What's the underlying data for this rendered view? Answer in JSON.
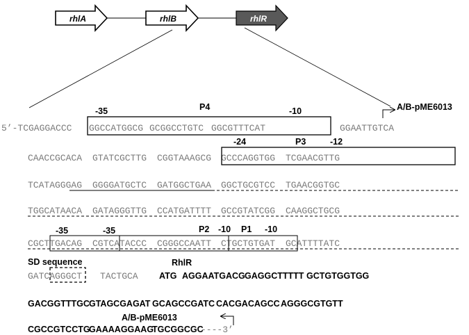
{
  "genes": [
    {
      "label": "rhlA",
      "fill": "#ffffff",
      "text_color": "#000000"
    },
    {
      "label": "rhlB",
      "fill": "#ffffff",
      "text_color": "#000000"
    },
    {
      "label": "rhlR",
      "fill": "#595959",
      "text_color": "#ffffff"
    }
  ],
  "sequence_lines": [
    {
      "plain_prefix": "5’-TCGAGGACCC",
      "groups": [
        "GGCCATGGCG",
        "GCGGCCTGTC",
        "GGCGTTTCAT",
        "GGAATTGTCA"
      ]
    },
    {
      "groups": [
        "CAACCGCACA",
        "GTATCGCTTG",
        "CGGTAAAGCG",
        "GCCCAGGTGG",
        "TCGAACGTTG"
      ]
    },
    {
      "groups": [
        "TCATAGGGAG",
        "GGGGATGCTC",
        "GATGGCTGAA",
        "GGCTGCGTCC",
        "TGAACGGTGC"
      ]
    },
    {
      "groups": [
        "TGGCATAACA",
        "GATAGGGTTG",
        "CCATGATTTT",
        "GCCGTATCGG",
        "CAAGGCTGCG"
      ]
    },
    {
      "groups": [
        "CGCTTGACAG",
        "CGTCATACCC",
        "CGGGCCAATT",
        "CTGCTGTGAT",
        "GCATTTTATC"
      ]
    },
    {
      "groups": [
        "GATCAGGGCT",
        "TACTGCA"
      ],
      "bold_groups": [
        "ATG",
        "AGGAATGACG",
        "GAGGCTTTTT",
        "GCTGTGGTGG"
      ]
    },
    {
      "bold_groups": [
        "GACGGTTTGC",
        "GTAGCGAGAT",
        "GCAGCCGATC",
        "CACGACAGCC",
        "AGGGCGTGTT"
      ]
    },
    {
      "bold_groups": [
        "CGCCGTCCTG",
        "GAAAAGGAAG",
        "TGCGGCGC"
      ],
      "suffix": "----3’"
    }
  ],
  "labels": {
    "p4": "P4",
    "p4_m35": "-35",
    "p4_m10": "-10",
    "p3": "P3",
    "p3_m24": "-24",
    "p3_m12": "-12",
    "p2": "P2",
    "p2_m35a": "-35",
    "p2_m35b": "-35",
    "p2_m10": "-10",
    "p1": "P1",
    "p1_m10": "-10",
    "sd": "SD sequence",
    "rhlr": "RhlR",
    "primer_fwd": "A/B-pME6013",
    "primer_rev": "A/B-pME6013"
  }
}
